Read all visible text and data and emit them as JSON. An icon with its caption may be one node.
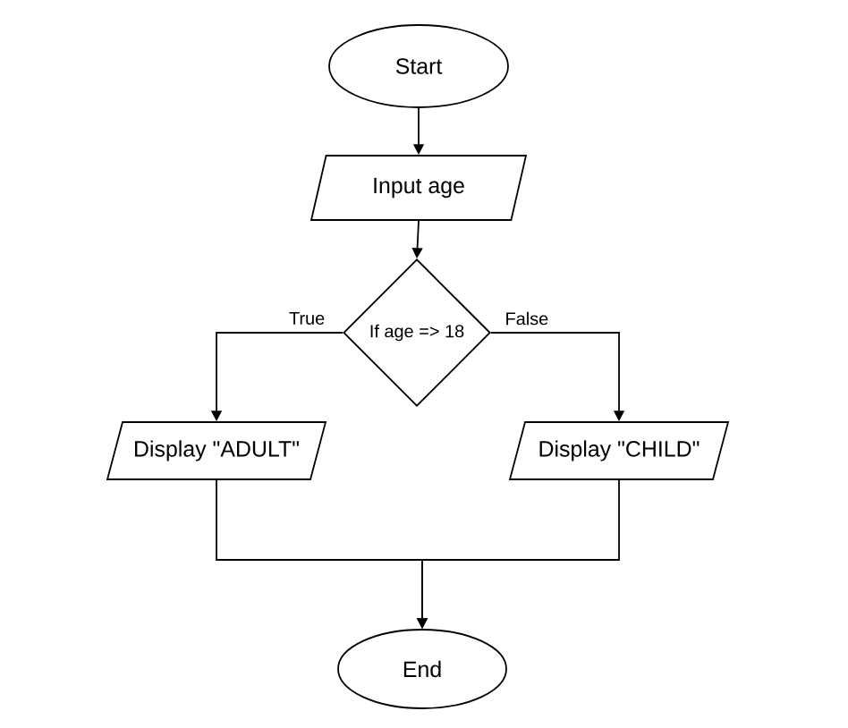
{
  "diagram": {
    "nodes": [
      {
        "text": [
          "Start"
        ]
      },
      {
        "text": [
          "Input age"
        ]
      },
      {
        "text": [
          "If age => 18"
        ]
      },
      {
        "text": [
          "Display \"ADULT\""
        ]
      },
      {
        "text": [
          "Display \"CHILD\""
        ]
      },
      {
        "text": [
          "End"
        ]
      }
    ],
    "edges": [
      {
        "from": 0,
        "to": 1,
        "arrow": "to"
      },
      {
        "from": 1,
        "to": 2,
        "arrow": "to"
      },
      {
        "from": 2,
        "to": 3,
        "arrow": "to",
        "label": "True"
      },
      {
        "from": 2,
        "to": 4,
        "arrow": "to",
        "label": "False"
      },
      {
        "from": 3,
        "to": 5,
        "arrow": "to"
      },
      {
        "from": 4,
        "to": 5,
        "arrow": "to"
      }
    ]
  }
}
